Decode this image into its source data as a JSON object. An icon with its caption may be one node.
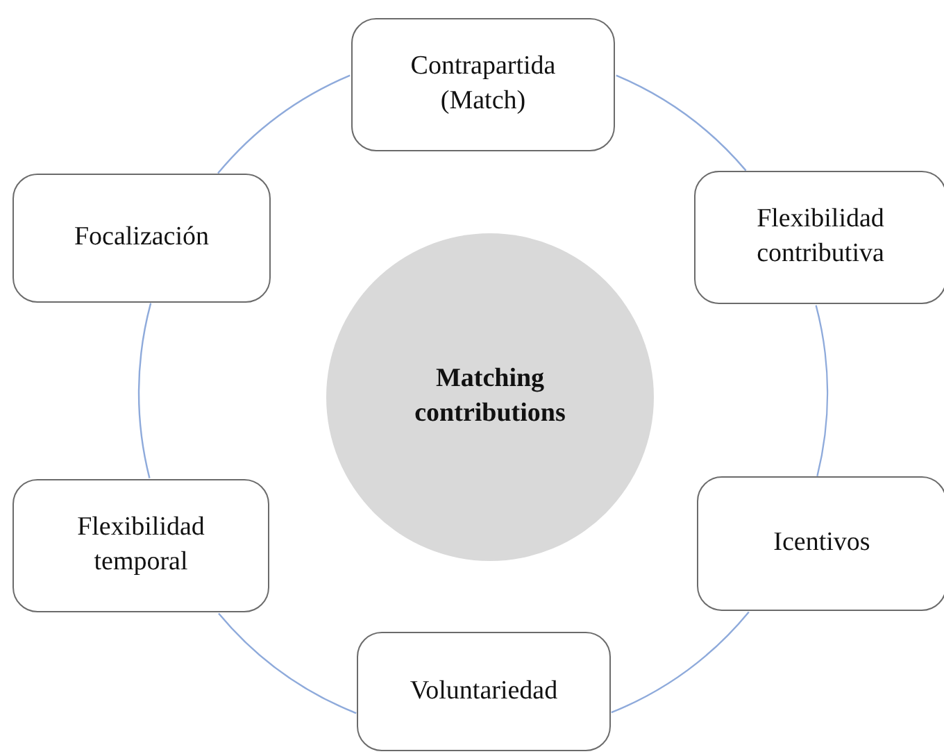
{
  "diagram": {
    "nodes": [
      {
        "text": [
          "Matching contributions"
        ]
      },
      {
        "text": [
          "Contrapartida (Match)"
        ]
      },
      {
        "text": [
          "Flexibilidad contributiva"
        ]
      },
      {
        "text": [
          "Icentivos"
        ]
      },
      {
        "text": [
          "Voluntariedad"
        ]
      },
      {
        "text": [
          "Flexibilidad temporal"
        ]
      },
      {
        "text": [
          "Focalización"
        ]
      }
    ],
    "edges": [
      {
        "from": 1,
        "to": 2,
        "arrow": "none"
      },
      {
        "from": 2,
        "to": 3,
        "arrow": "none"
      },
      {
        "from": 3,
        "to": 4,
        "arrow": "none"
      },
      {
        "from": 4,
        "to": 5,
        "arrow": "none"
      },
      {
        "from": 5,
        "to": 6,
        "arrow": "none"
      },
      {
        "from": 6,
        "to": 1,
        "arrow": "none"
      }
    ]
  }
}
